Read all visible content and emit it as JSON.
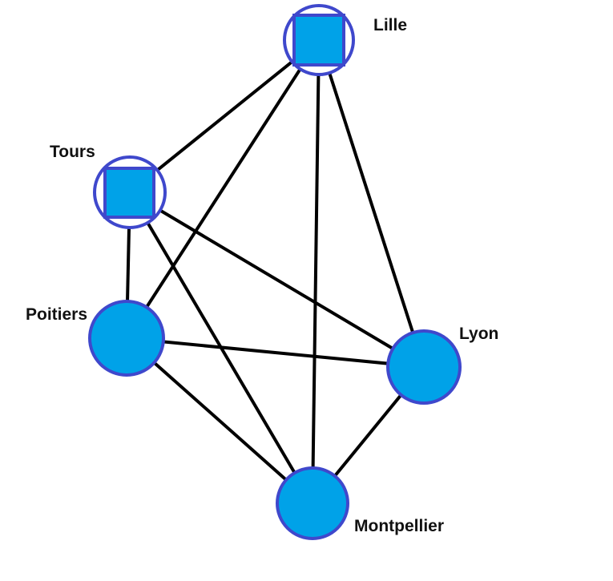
{
  "diagram": {
    "nodes": [
      {
        "id": "lille",
        "label": "Lille",
        "shape": "square-in-circle"
      },
      {
        "id": "tours",
        "label": "Tours",
        "shape": "square-in-circle"
      },
      {
        "id": "poitiers",
        "label": "Poitiers",
        "shape": "circle"
      },
      {
        "id": "lyon",
        "label": "Lyon",
        "shape": "circle"
      },
      {
        "id": "montpellier",
        "label": "Montpellier",
        "shape": "circle"
      }
    ],
    "edges": [
      {
        "from": "lille",
        "to": "tours"
      },
      {
        "from": "lille",
        "to": "poitiers"
      },
      {
        "from": "lille",
        "to": "montpellier"
      },
      {
        "from": "lille",
        "to": "lyon"
      },
      {
        "from": "tours",
        "to": "poitiers"
      },
      {
        "from": "tours",
        "to": "lyon"
      },
      {
        "from": "tours",
        "to": "montpellier"
      },
      {
        "from": "poitiers",
        "to": "lyon"
      },
      {
        "from": "poitiers",
        "to": "montpellier"
      },
      {
        "from": "lyon",
        "to": "montpellier"
      }
    ],
    "colors": {
      "node_fill": "#00a2e8",
      "node_stroke": "#3f48cc",
      "edge": "#000000"
    }
  }
}
